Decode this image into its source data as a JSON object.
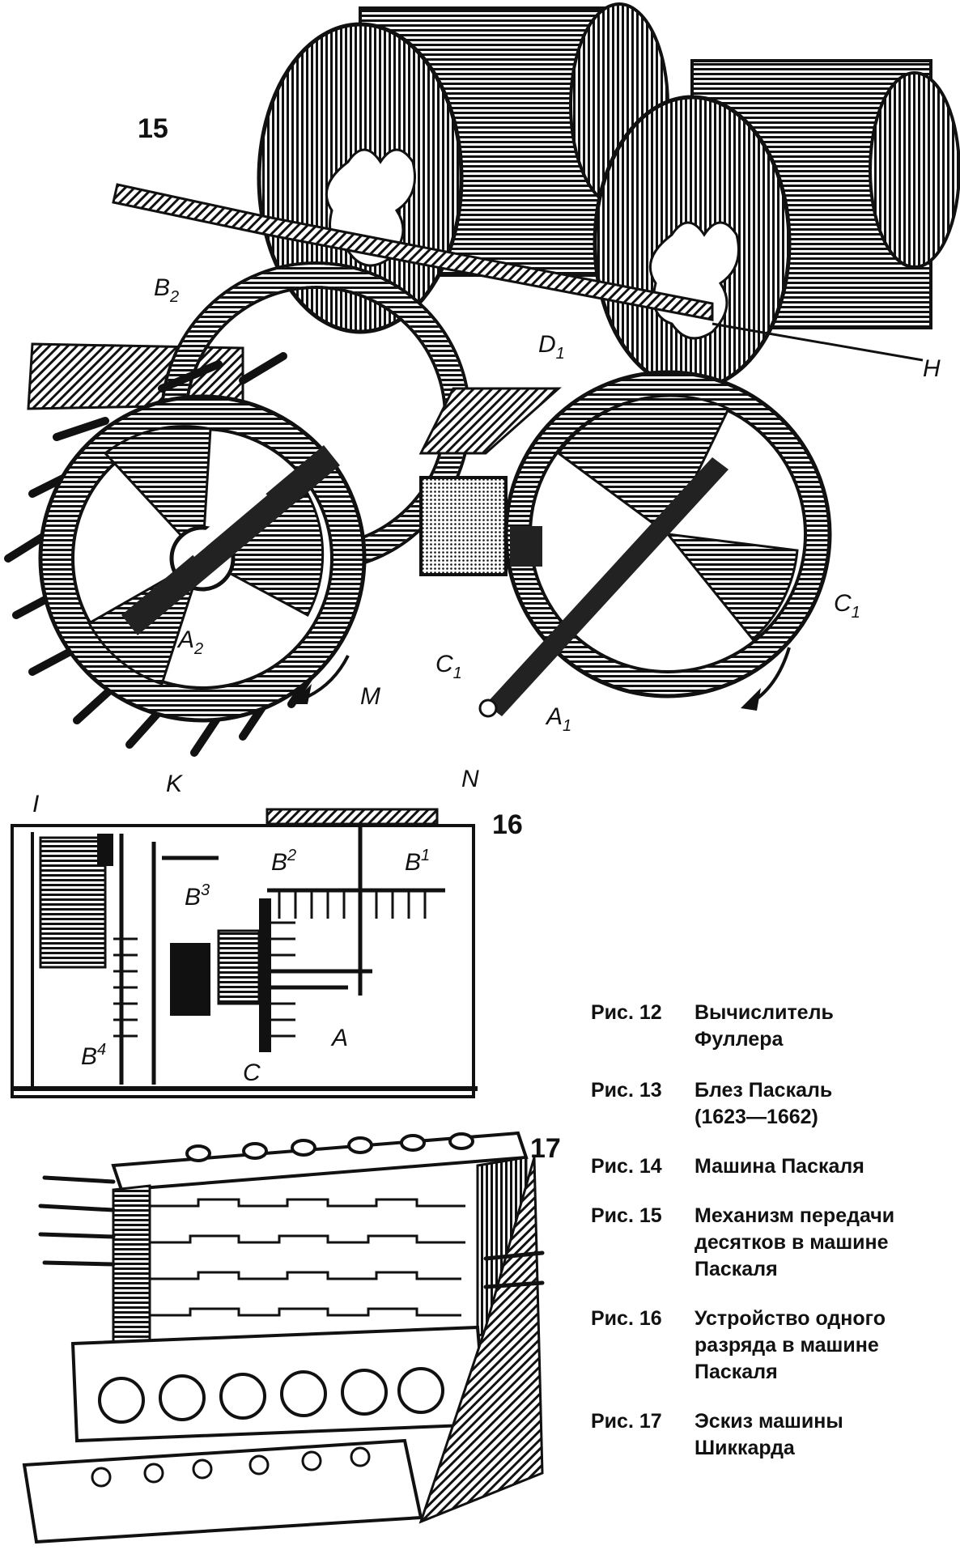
{
  "figures": {
    "fig15": {
      "number": "15",
      "labels": {
        "B2": "B",
        "B2_sub": "2",
        "D1": "D",
        "D1_sub": "1",
        "H": "H",
        "A2": "A",
        "A2_sub": "2",
        "M": "M",
        "C1a": "C",
        "C1a_sub": "1",
        "A1": "A",
        "A1_sub": "1",
        "C1b": "C",
        "C1b_sub": "1"
      }
    },
    "fig16": {
      "number": "16",
      "labels": {
        "I": "I",
        "K": "K",
        "N": "N",
        "B2": "B",
        "B2_sup": "2",
        "B1": "B",
        "B1_sup": "1",
        "B3": "B",
        "B3_sup": "3",
        "A": "A",
        "B4": "B",
        "B4_sup": "4",
        "C": "C"
      }
    },
    "fig17": {
      "number": "17"
    }
  },
  "captions": [
    {
      "num": "Рис. 12",
      "text": "Вычислитель\nФуллера"
    },
    {
      "num": "Рис. 13",
      "text": "Блез Паскаль\n(1623—1662)"
    },
    {
      "num": "Рис. 14",
      "text": "Машина Паскаля"
    },
    {
      "num": "Рис. 15",
      "text": "Механизм передачи\nдесятков в машине\nПаскаля"
    },
    {
      "num": "Рис. 16",
      "text": "Устройство одного\nразряда в машине\nПаскаля"
    },
    {
      "num": "Рис. 17",
      "text": "Эскиз машины\nШиккарда"
    }
  ]
}
